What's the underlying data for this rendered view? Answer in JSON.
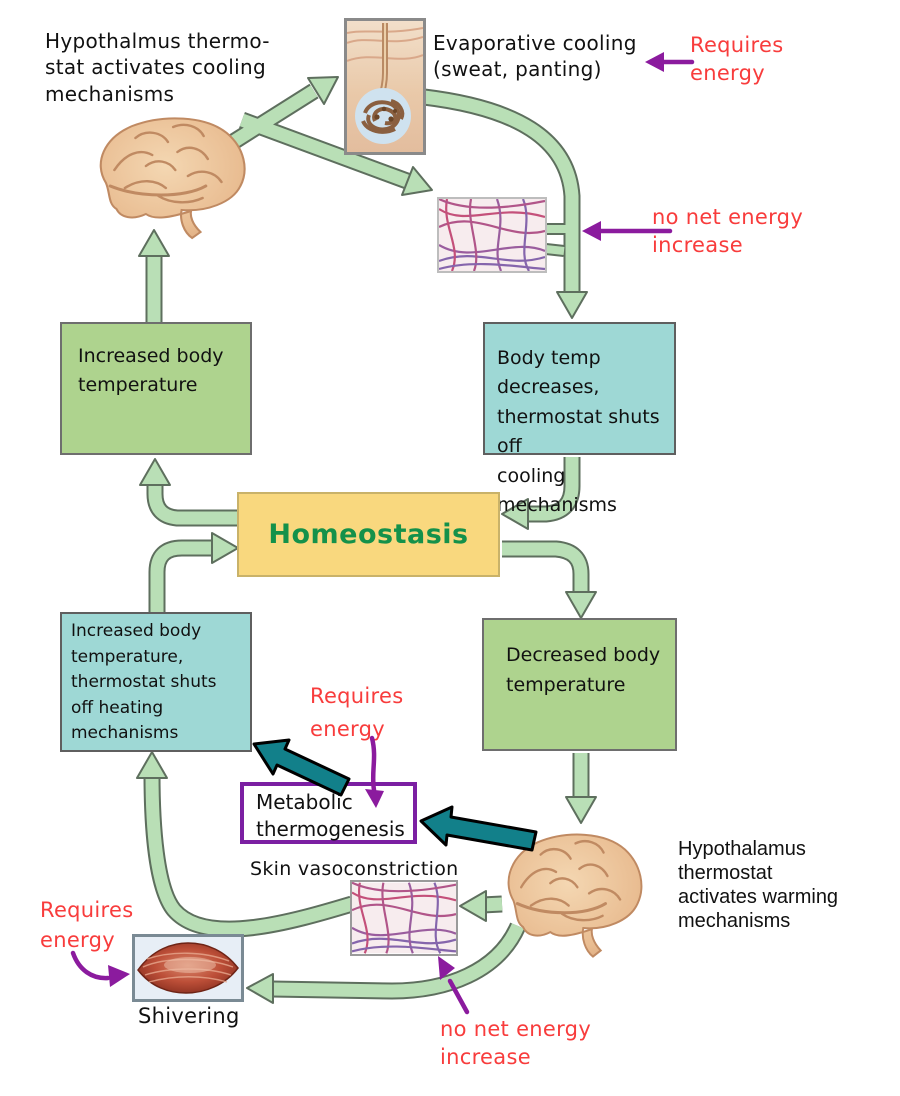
{
  "labels": {
    "hypothalamus_cooling": "Hypothalmus thermo-\nstat activates cooling\nmechanisms",
    "evaporative_cooling": "Evaporative cooling\n(sweat, panting)",
    "requires_energy_top": "Requires\nenergy",
    "no_net_energy_top": "no net energy\nincrease",
    "requires_energy_mid": "Requires\nenergy",
    "skin_vasoconstriction": "Skin vasoconstriction",
    "hypothalamus_warming": "Hypothalamus\nthermostat\nactivates warming\nmechanisms",
    "requires_energy_bottom": "Requires\nenergy",
    "shivering": "Shivering",
    "no_net_energy_bottom": "no net energy\nincrease"
  },
  "boxes": {
    "increased_body_temperature": "Increased body\ntemperature",
    "body_temp_decreases": "Body temp decreases,\nthermostat shuts off\ncooling mechanisms",
    "homeostasis": "Homeostasis",
    "increased_temp_shutoff": "Increased body\ntemperature,\nthermostat shuts\noff heating\nmechanisms",
    "decreased_body_temperature": "Decreased body\ntemperature",
    "metabolic_thermogenesis": "Metabolic\nthermogenesis"
  },
  "icons": {
    "brain_top": "brain illustration (hypothalamus, cooling loop)",
    "brain_bottom": "brain illustration (hypothalamus, warming loop)",
    "sweat_gland": "sweat gland in skin cross-section",
    "blood_vessels_top": "dilated skin blood vessels",
    "blood_vessels_bottom": "constricted skin blood vessels",
    "muscle": "skeletal muscle (shivering)"
  },
  "colors": {
    "flow_arrow_green": "#b9dfb6",
    "flow_arrow_outline": "#5e6f5e",
    "teal_arrow": "#12808a",
    "purple_arrow": "#8b1b9e",
    "red_text": "#f83c3c",
    "green_box": "#aed38e",
    "blue_box": "#9ed8d5",
    "yellow_box": "#f9d87e",
    "homeostasis_text": "#14914a",
    "metabolic_border": "#7b1fa2"
  }
}
